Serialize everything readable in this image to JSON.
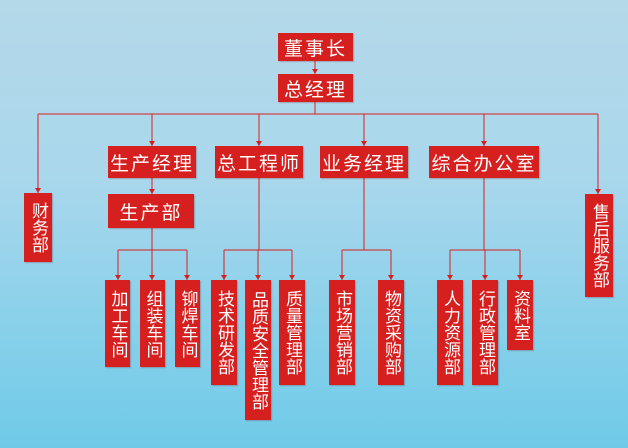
{
  "colors": {
    "box": "#d62020",
    "line": "#d62020",
    "text": "#ffffff"
  },
  "org": {
    "chairman": "董事长",
    "gm": "总经理",
    "finance": "财务部",
    "after_sales": "售后服务部",
    "production_manager": "生产经理",
    "production_dept": "生产部",
    "chief_engineer": "总工程师",
    "business_manager": "业务经理",
    "general_office": "综合办公室",
    "production_sub": [
      "加工车间",
      "组装车间",
      "铆焊车间"
    ],
    "engineering_sub": [
      "技术研发部",
      "品质安全管理部",
      "质量管理部"
    ],
    "business_sub": [
      "市场营销部",
      "物资采购部"
    ],
    "office_sub": [
      "人力资源部",
      "行政管理部",
      "资料室"
    ]
  }
}
